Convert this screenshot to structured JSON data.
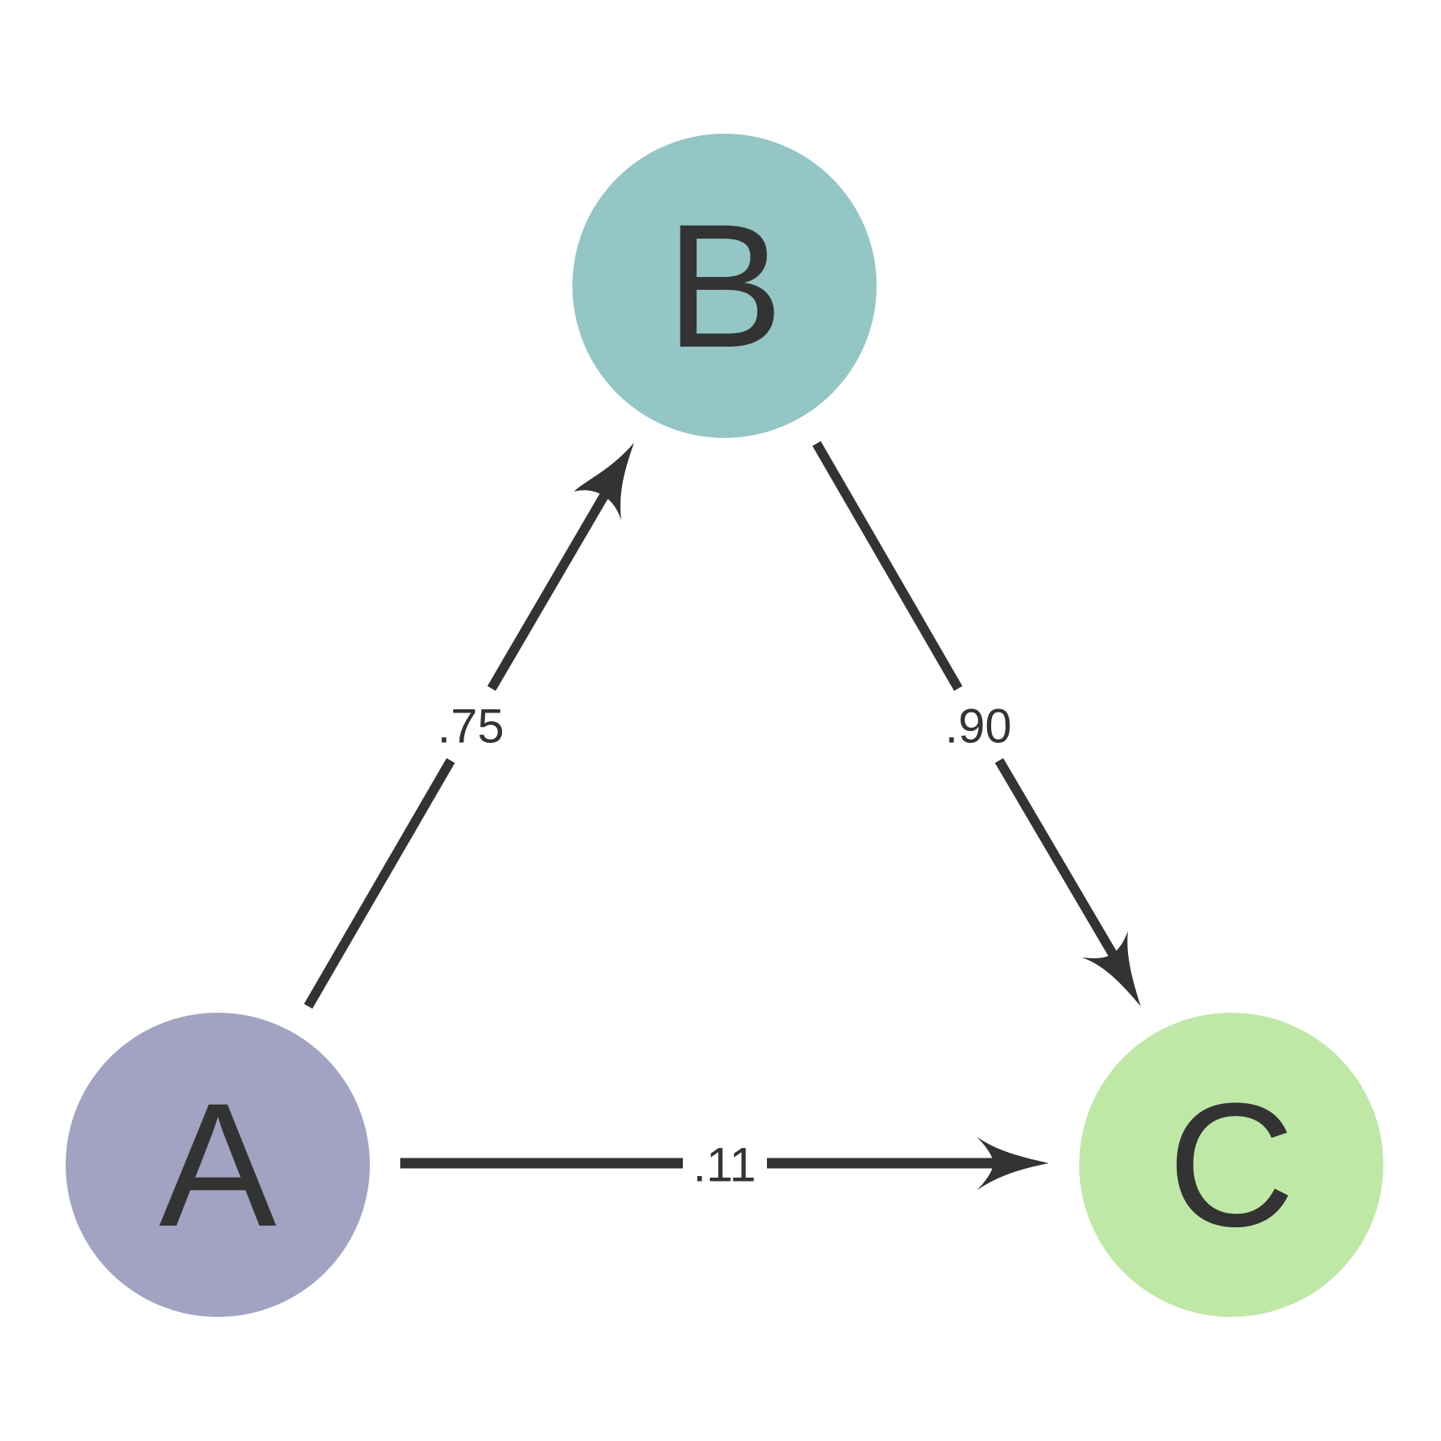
{
  "colors": {
    "stroke": "#333333",
    "node_a": "#a2a2c2",
    "node_b": "#93c6c4",
    "node_c": "#bfe8a7"
  },
  "nodes": {
    "a": {
      "label": "A"
    },
    "b": {
      "label": "B"
    },
    "c": {
      "label": "C"
    }
  },
  "edges": {
    "a_b": {
      "from": "A",
      "to": "B",
      "label": ".75"
    },
    "b_c": {
      "from": "B",
      "to": "C",
      "label": ".90"
    },
    "a_c": {
      "from": "A",
      "to": "C",
      "label": ".11"
    }
  }
}
